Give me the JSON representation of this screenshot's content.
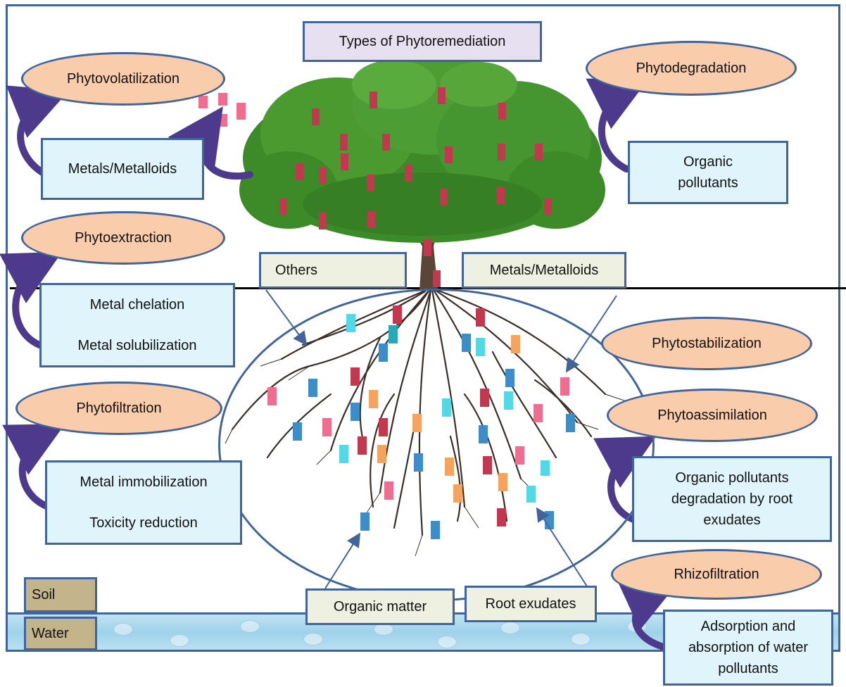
{
  "title": "Types of Phytoremediation",
  "ovals": {
    "phytovolatilization": "Phytovolatilization",
    "phytodegradation": "Phytodegradation",
    "phytoextraction": "Phytoextraction",
    "phytostabilization": "Phytostabilization",
    "phytofiltration": "Phytofiltration",
    "phytoassimilation": "Phytoassimilation",
    "rhizofiltration": "Rhizofiltration"
  },
  "boxes": {
    "metals_metalloids_left": "Metals/Metalloids",
    "organic_pollutants_line1": "Organic",
    "organic_pollutants_line2": "pollutants",
    "metal_chelation": "Metal chelation",
    "metal_solubilization": "Metal solubilization",
    "metal_immobilization": "Metal immobilization",
    "toxicity_reduction": "Toxicity reduction",
    "root_exudates_degradation_line1": "Organic pollutants",
    "root_exudates_degradation_line2": "degradation by root",
    "root_exudates_degradation_line3": "exudates",
    "adsorption_line1": "Adsorption and",
    "adsorption_line2": "absorption of water",
    "adsorption_line3": "pollutants"
  },
  "labels": {
    "others": "Others",
    "metals_metalloids_right": "Metals/Metalloids",
    "organic_matter": "Organic matter",
    "root_exudates": "Root exudates",
    "soil": "Soil",
    "water": "Water"
  },
  "colors": {
    "border": "#41659a",
    "oval_fill": "#f9ccac",
    "box_fill": "#dff4fb",
    "label_fill": "#eef1e2",
    "title_fill": "#e6e0f0",
    "soil_fill": "#c4b48c",
    "leaf": "#3f8f2a",
    "trunk": "#5a4636",
    "marker_red": "#c0394f",
    "marker_pink": "#ee6e92",
    "marker_blue": "#3f8dc6",
    "marker_cyan": "#55d8e6",
    "marker_orange": "#f3a45e",
    "arrow": "#4d3a8c"
  }
}
